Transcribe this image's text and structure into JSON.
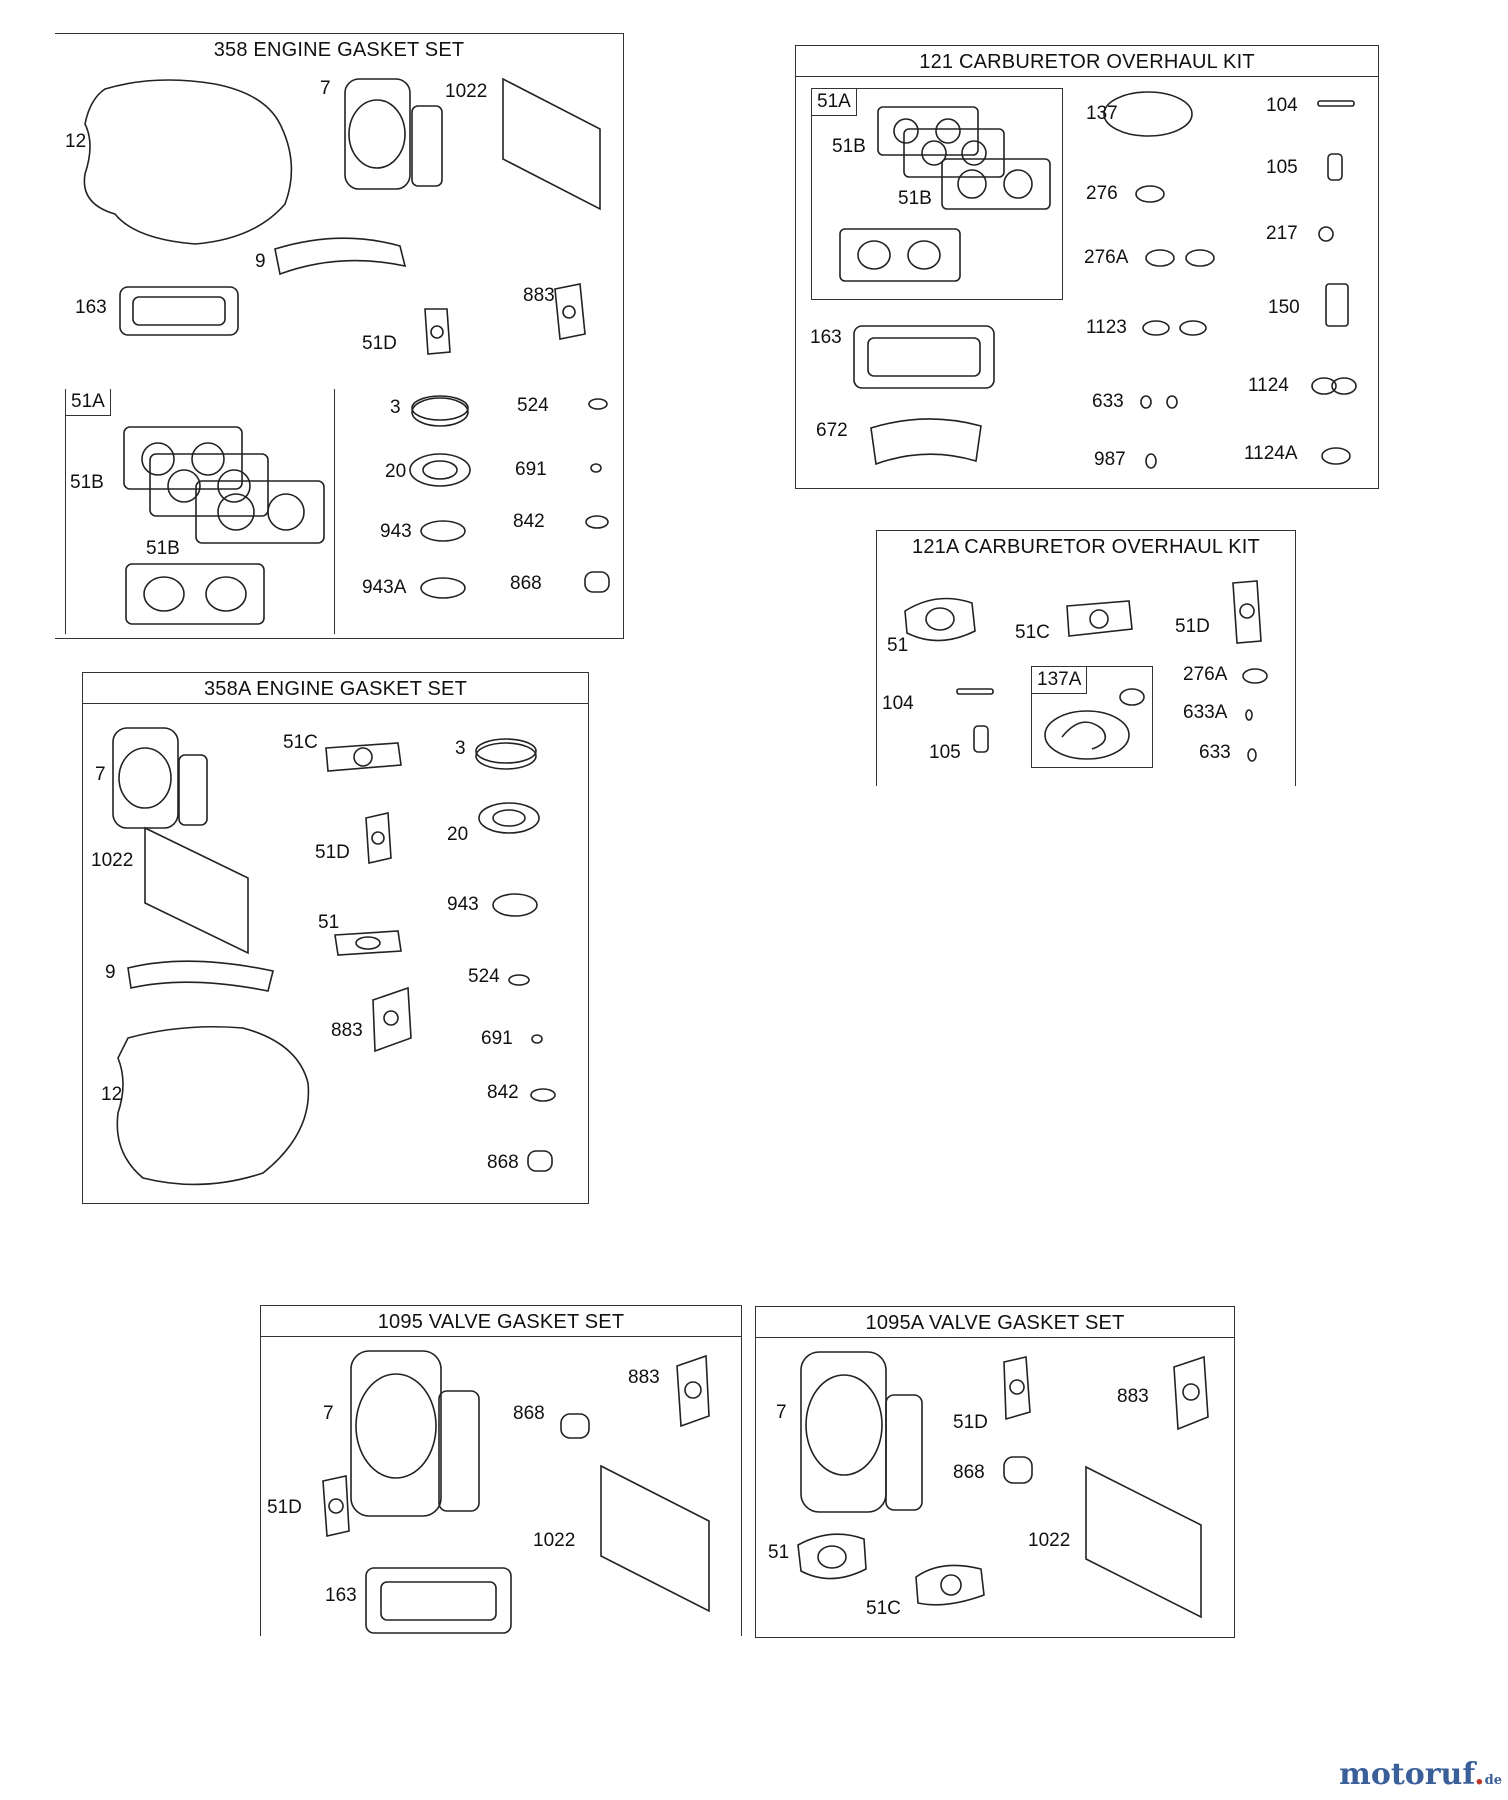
{
  "kits": {
    "k358": {
      "title": "358 ENGINE GASKET SET",
      "labels": [
        "12",
        "7",
        "1022",
        "9",
        "163",
        "51D",
        "883",
        "3",
        "524",
        "20",
        "691",
        "943",
        "842",
        "943A",
        "868"
      ],
      "sub_tag": "51A",
      "sub_labels": [
        "51B",
        "51B"
      ]
    },
    "k358a": {
      "title": "358A ENGINE GASKET SET",
      "labels": [
        "7",
        "51C",
        "3",
        "51D",
        "20",
        "1022",
        "51",
        "943",
        "9",
        "524",
        "883",
        "691",
        "12",
        "842",
        "868"
      ]
    },
    "k121": {
      "title": "121 CARBURETOR OVERHAUL KIT",
      "sub_tag": "51A",
      "sub_labels": [
        "51B",
        "51B"
      ],
      "labels": [
        "137",
        "104",
        "105",
        "276",
        "217",
        "276A",
        "150",
        "1123",
        "163",
        "633",
        "1124",
        "672",
        "987",
        "1124A"
      ]
    },
    "k121a": {
      "title": "121A CARBURETOR OVERHAUL KIT",
      "labels": [
        "51",
        "51C",
        "51D",
        "276A",
        "104",
        "633A",
        "105",
        "633"
      ],
      "sub_tag": "137A"
    },
    "k1095": {
      "title": "1095 VALVE GASKET SET",
      "labels": [
        "7",
        "868",
        "883",
        "51D",
        "1022",
        "163"
      ]
    },
    "k1095a": {
      "title": "1095A VALVE GASKET SET",
      "labels": [
        "7",
        "51D",
        "883",
        "868",
        "1022",
        "51",
        "51C"
      ]
    }
  },
  "brand": {
    "name": "motoruf",
    "dot": ".",
    "tld": "de"
  }
}
